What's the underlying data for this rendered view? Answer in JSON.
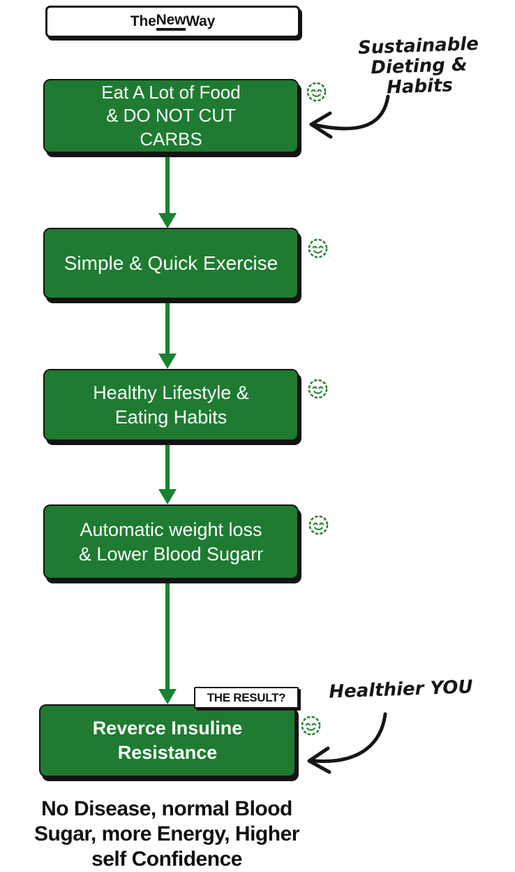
{
  "colors": {
    "box_green": "#1E7B31",
    "arrow_green": "#188231",
    "smiley_green": "#268233",
    "ink": "#141414",
    "background": "#FFFFFF"
  },
  "header": {
    "prefix": "The ",
    "highlight": "New",
    "suffix": " Way"
  },
  "steps": [
    {
      "lines": [
        "Eat A Lot of Food",
        "& DO NOT CUT",
        "CARBS"
      ]
    },
    {
      "lines": [
        "Simple & Quick Exercise"
      ]
    },
    {
      "lines": [
        "Healthy Lifestyle &",
        "Eating Habits"
      ]
    },
    {
      "lines": [
        "Automatic weight loss",
        "& Lower Blood Sugarr"
      ]
    },
    {
      "lines": [
        "Reverce Insuline",
        "Resistance"
      ]
    }
  ],
  "result_label": "THE RESULT?",
  "annotations": {
    "sustainable_line1": "Sustainable Dieting &",
    "sustainable_line2": "Habits",
    "healthier": "Healthier YOU"
  },
  "footer": {
    "lines": [
      "No Disease, normal Blood",
      "Sugar, more Energy, Higher",
      "self Confidence"
    ]
  },
  "icons": {
    "step_marker": "smiley-face-icon"
  }
}
